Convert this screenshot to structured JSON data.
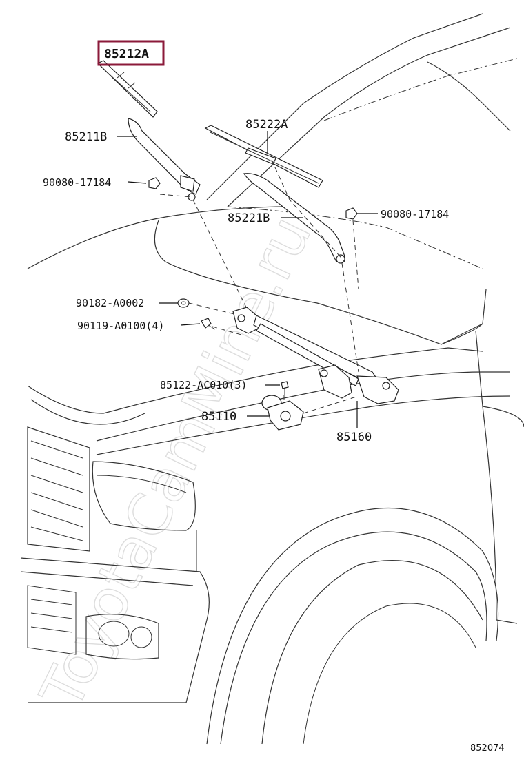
{
  "diagram": {
    "highlight_color": "#8b1a3a",
    "watermark": "ToyotaCamMine.ru",
    "reference_number": "852074",
    "callouts": {
      "p85212A": "85212A",
      "p85211B": "85211B",
      "p90080_left": "90080-17184",
      "p85222A": "85222A",
      "p85221B": "85221B",
      "p90080_right": "90080-17184",
      "p90182": "90182-A0002",
      "p90119": "90119-A0100(4)",
      "p85122": "85122-AC010(3)",
      "p85110": "85110",
      "p85160": "85160"
    }
  }
}
